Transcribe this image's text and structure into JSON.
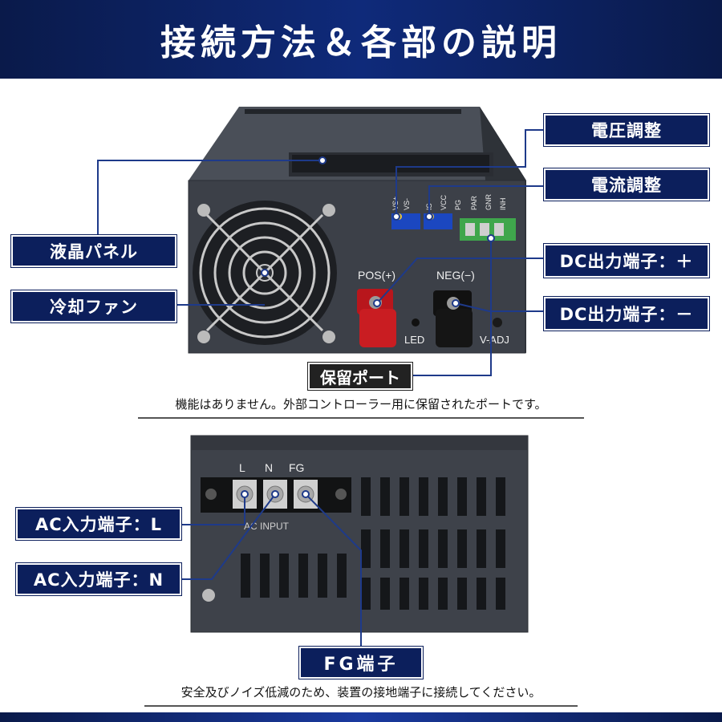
{
  "header": {
    "title": "接続方法＆各部の説明"
  },
  "top": {
    "labels": {
      "voltage_adj": "電圧調整",
      "current_adj": "電流調整",
      "lcd_panel": "液晶パネル",
      "cooling_fan": "冷却ファン",
      "dc_out_pos": "DC出力端子：＋",
      "dc_out_neg": "DC出力端子：－",
      "reserved_port": "保留ポート"
    },
    "reserved_desc": "機能はありません。外部コントローラー用に保留されたポートです。",
    "device_text": {
      "pos": "POS(+)",
      "neg": "NEG(−)",
      "led": "LED",
      "vadj": "V-ADJ",
      "terminals": [
        "VS+",
        "VS-",
        "IS",
        "VCC",
        "PG",
        "PAR",
        "GNR",
        "INH"
      ]
    }
  },
  "bottom": {
    "labels": {
      "ac_l": "AC入力端子：L",
      "ac_n": "AC入力端子：N",
      "fg": "FG端子"
    },
    "fg_desc": "安全及びノイズ低減のため、装置の接地端子に接続してください。",
    "device_text": {
      "terminal_letters": [
        "L",
        "N",
        "FG"
      ],
      "ac_input": "AC INPUT"
    }
  },
  "colors": {
    "navy": "#0c1f5c",
    "connector_line": "#1e3a8a",
    "device": "#3c4048"
  }
}
